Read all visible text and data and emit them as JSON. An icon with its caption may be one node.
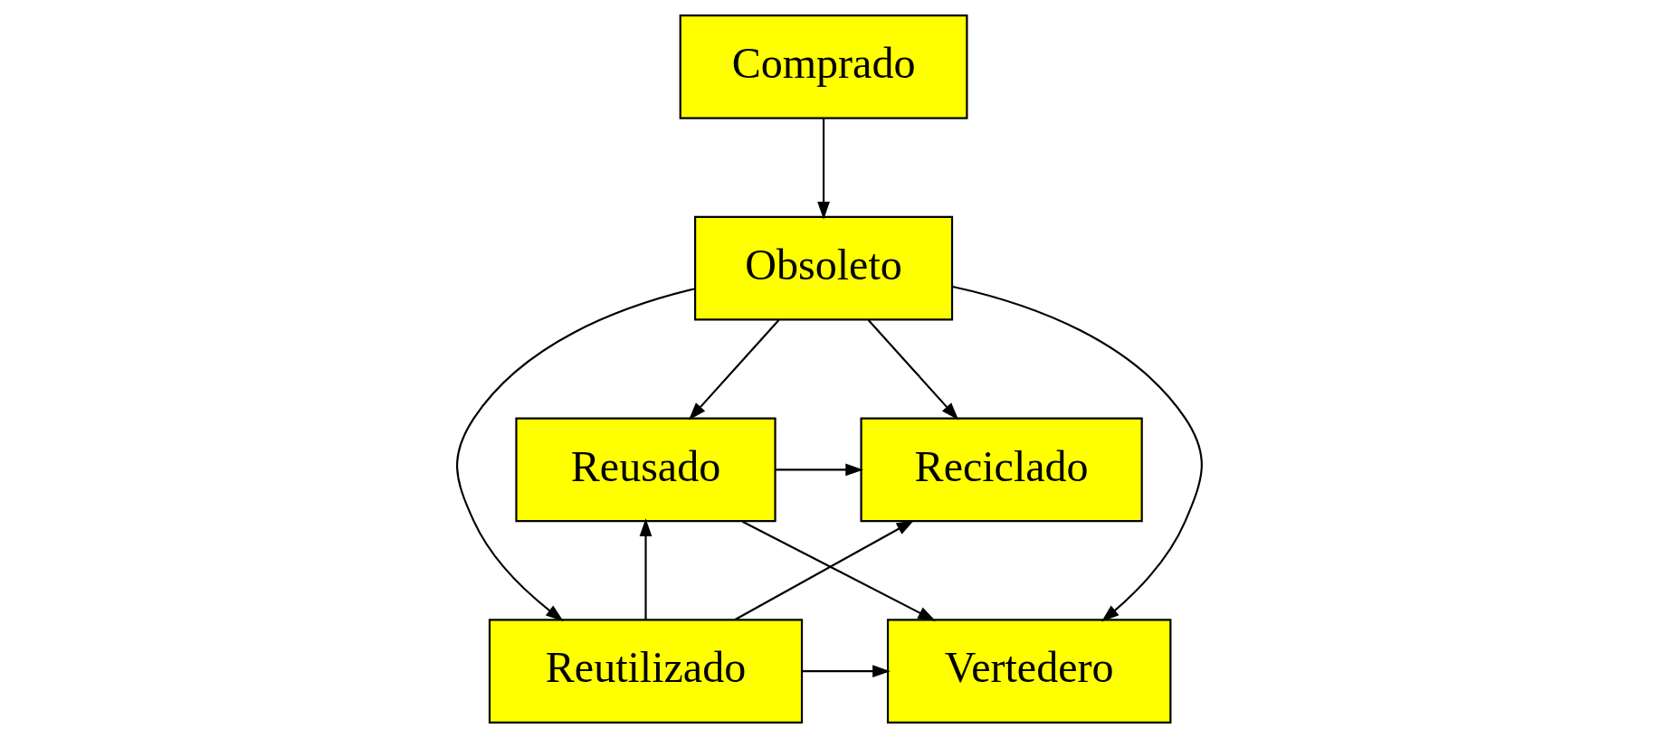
{
  "diagram": {
    "nodes": [
      {
        "text": [
          "Comprado"
        ]
      },
      {
        "text": [
          "Obsoleto"
        ]
      },
      {
        "text": [
          "Reusado"
        ]
      },
      {
        "text": [
          "Reciclado"
        ]
      },
      {
        "text": [
          "Reutilizado"
        ]
      },
      {
        "text": [
          "Vertedero"
        ]
      }
    ],
    "edges": [
      {
        "from": 0,
        "to": 1,
        "arrow": "to"
      },
      {
        "from": 1,
        "to": 4,
        "arrow": "to"
      },
      {
        "from": 1,
        "to": 2,
        "arrow": "to"
      },
      {
        "from": 1,
        "to": 3,
        "arrow": "to"
      },
      {
        "from": 1,
        "to": 5,
        "arrow": "to"
      },
      {
        "from": 4,
        "to": 2,
        "arrow": "to"
      },
      {
        "from": 2,
        "to": 3,
        "arrow": "to"
      },
      {
        "from": 2,
        "to": 5,
        "arrow": "to"
      },
      {
        "from": 4,
        "to": 3,
        "arrow": "to"
      },
      {
        "from": 4,
        "to": 5,
        "arrow": "to"
      }
    ]
  }
}
